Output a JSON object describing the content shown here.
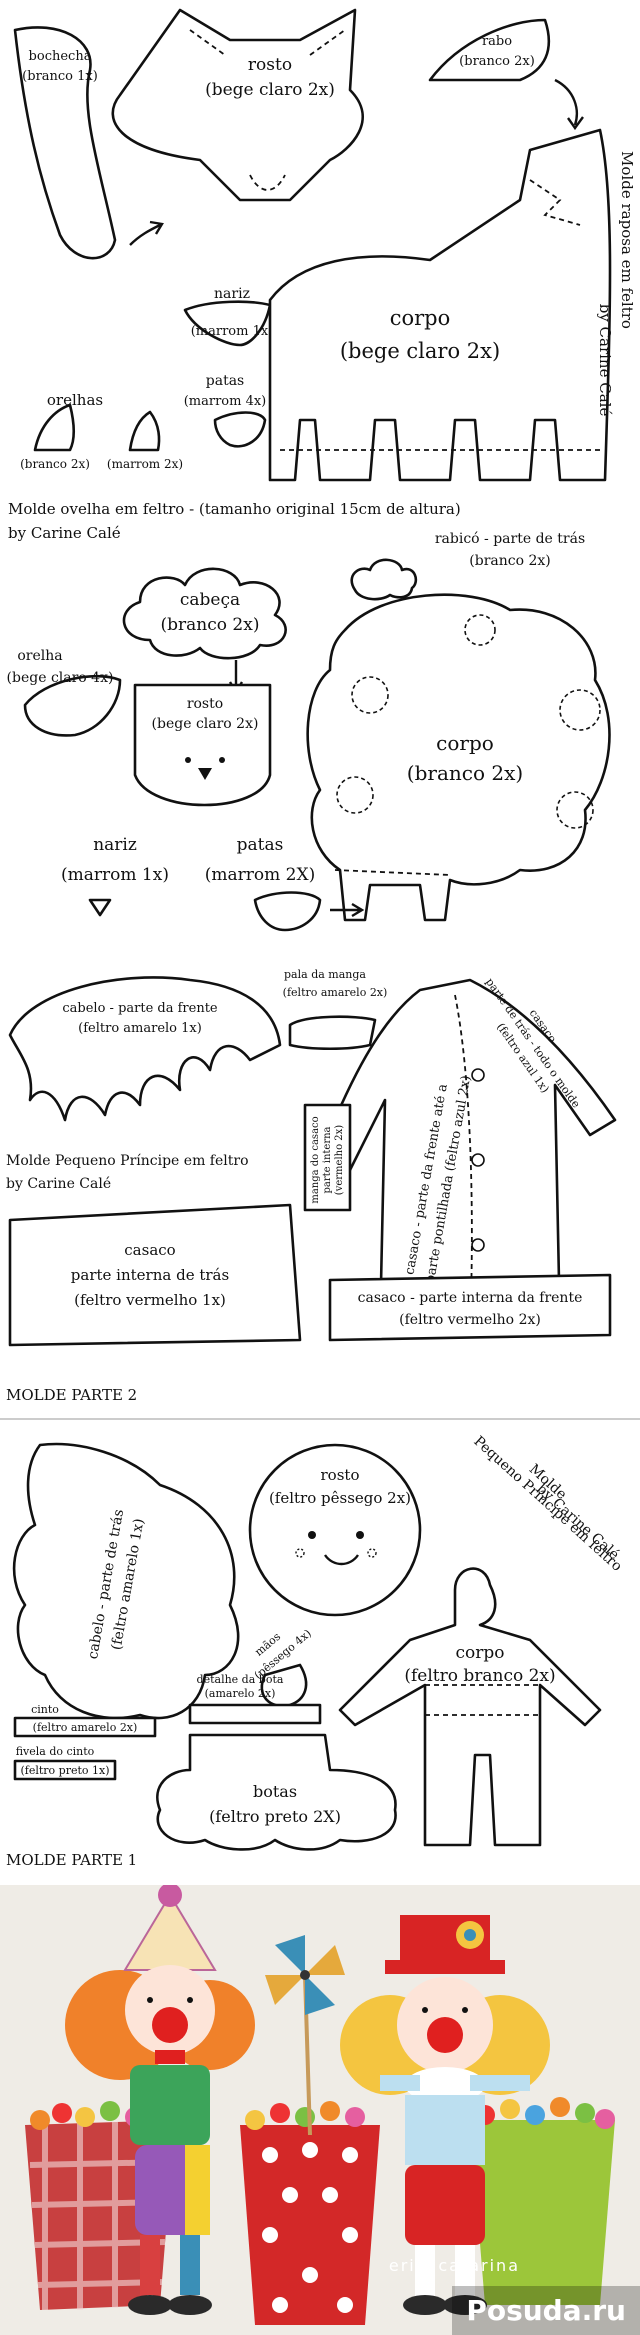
{
  "fox": {
    "bochecha": "bochecha",
    "bochecha_qty": "(branco 1x)",
    "rosto": "rosto",
    "rosto_qty": "(bege claro  2x)",
    "rabo": "rabo",
    "rabo_qty": "(branco 2x)",
    "nariz": "nariz",
    "nariz_qty": "(marrom 1x)",
    "corpo": "corpo",
    "corpo_qty": "(bege claro 2x)",
    "patas": "patas",
    "patas_qty": "(marrom 4x)",
    "orelhas": "orelhas",
    "orelhas_qty1": "(branco 2x)",
    "orelhas_qty2": "(marrom 2x)",
    "side_title1": "Molde raposa em feltro",
    "side_title2": "by Carine Calé"
  },
  "sheep": {
    "title1": "Molde ovelha em feltro - (tamanho original 15cm de altura)",
    "title2": "by Carine Calé",
    "cabeca": "cabeça",
    "cabeca_qty": "(branco  2x)",
    "rabico": "rabicó - parte de trás",
    "rabico_qty": "(branco  2x)",
    "orelha": "orelha",
    "orelha_qty": "(bege claro 4x)",
    "rosto": "rosto",
    "rosto_qty": "(bege claro  2x)",
    "corpo": "corpo",
    "corpo_qty": "(branco 2x)",
    "nariz": "nariz",
    "nariz_qty": "(marrom 1x)",
    "patas": "patas",
    "patas_qty": "(marrom 2X)"
  },
  "prince2": {
    "cabelo": "cabelo - parte da frente",
    "cabelo_qty": "(feltro amarelo  1x)",
    "pala": "pala da manga",
    "pala_qty": "(feltro amarelo 2x)",
    "casaco_front": "casaco - parte da frente até a",
    "casaco_front2": "parte pontilhada (feltro azul  2x)",
    "parte_tras": "parte de trás - todo o molde",
    "parte_tras_qty": "(feltro azul  1x)",
    "casaco_label": "casaco",
    "manga": "manga do casaco",
    "manga2": "parte interna",
    "manga3": "(vermelho 2x)",
    "title1": "Molde Pequeno Príncipe em feltro",
    "title2": "by Carine Calé",
    "casaco_tras": "casaco",
    "casaco_tras2": "parte interna de trás",
    "casaco_tras3": "(feltro vermelho  1x)",
    "casaco_int": "casaco - parte interna da frente",
    "casaco_int_qty": "(feltro vermelho  2x)",
    "part": "MOLDE PARTE 2"
  },
  "prince1": {
    "cabelo": "cabelo - parte de trás",
    "cabelo_qty": "(feltro amarelo 1x)",
    "rosto": "rosto",
    "rosto_qty": "(feltro pêssego  2x)",
    "side1": "Molde",
    "side2": "Pequeno Príncipe em feltro",
    "side3": "by Carine Calé",
    "corpo": "corpo",
    "corpo_qty": "(feltro branco 2x)",
    "maos": "mãos",
    "maos_qty": "(pêssego 4x)",
    "detalhe": "detalhe da bota",
    "detalhe_qty": "(amarelo 2x)",
    "cinto": "cinto",
    "cinto_qty": "(feltro amarelo 2x)",
    "fivela": "fivela do cinto",
    "fivela_qty": "(feltro preto 1x)",
    "botas": "botas",
    "botas_qty": "(feltro preto 2X)",
    "part": "MOLDE PARTE 1"
  },
  "photo": {
    "credit": "ericacatarina",
    "site": "Posuda.ru"
  }
}
